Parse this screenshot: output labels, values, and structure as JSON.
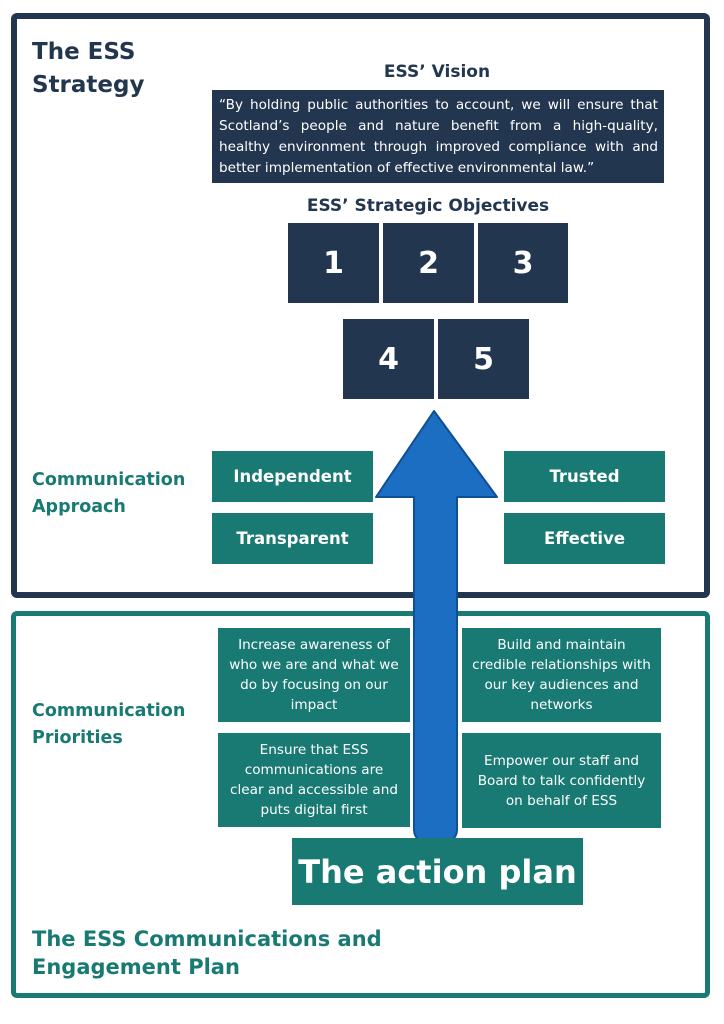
{
  "strategy": {
    "title": "The ESS Strategy",
    "vision_title": "ESS’ Vision",
    "vision_text": "“By holding public authorities to account, we will ensure that Scotland’s people and nature benefit from a high-quality, healthy environment through improved compliance with and better implementation of effective environmental law.”",
    "objectives_title": "ESS’ Strategic Objectives",
    "objectives": [
      "1",
      "2",
      "3",
      "4",
      "5"
    ]
  },
  "approach": {
    "title": "Communication Approach",
    "items": [
      "Independent",
      "Trusted",
      "Transparent",
      "Effective"
    ]
  },
  "priorities": {
    "title": "Communication Priorities",
    "items": [
      "Increase awareness of who we are and what we do by focusing on our impact",
      "Build and maintain credible relationships with our key audiences and networks",
      "Ensure that ESS communications are clear and accessible and puts digital first",
      "Empower our staff and Board to talk confidently on behalf of ESS"
    ]
  },
  "action_plan": "The action plan",
  "plan": {
    "title": "The ESS Communications and Engagement Plan"
  },
  "colors": {
    "navy": "#22364f",
    "teal": "#187a73",
    "arrow_blue": "#1b6ec2"
  },
  "icons": [
    "up-arrow-icon"
  ]
}
